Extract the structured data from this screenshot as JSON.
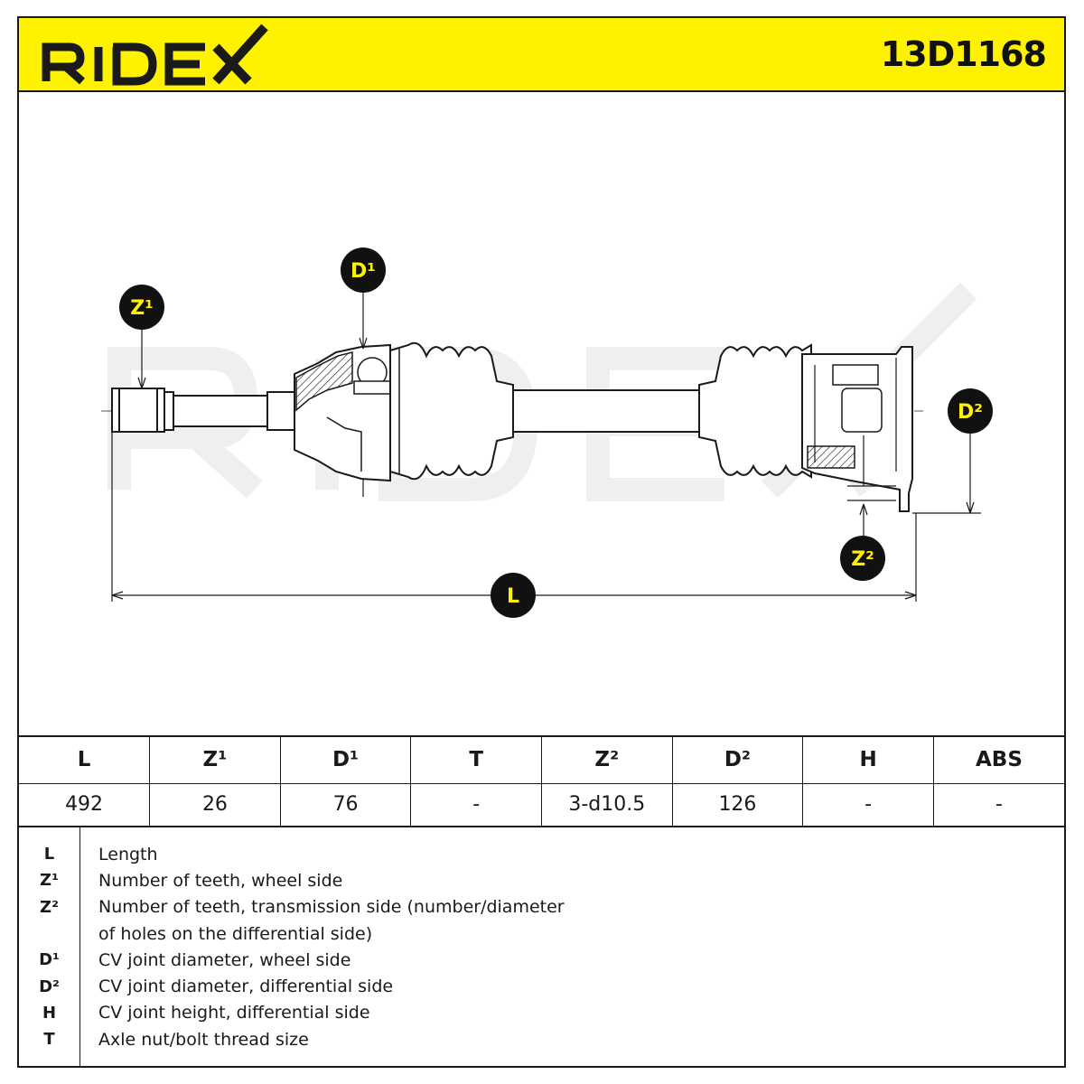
{
  "header": {
    "brand": "RIDEX",
    "part_number": "13D1168"
  },
  "colors": {
    "brand_yellow": "#fff200",
    "ink": "#1a1a1a",
    "watermark": "#efefef"
  },
  "diagram": {
    "callouts": {
      "z1": "Z¹",
      "d1": "D¹",
      "d2": "D²",
      "z2": "Z²",
      "l": "L"
    }
  },
  "specs": {
    "headers": [
      "L",
      "Z¹",
      "D¹",
      "T",
      "Z²",
      "D²",
      "H",
      "ABS"
    ],
    "values": [
      "492",
      "26",
      "76",
      "-",
      "3-d10.5",
      "126",
      "-",
      "-"
    ]
  },
  "legend": [
    {
      "symbol": "L",
      "text": "Length"
    },
    {
      "symbol": "Z¹",
      "text": "Number of teeth, wheel side"
    },
    {
      "symbol": "Z²",
      "text": "Number of teeth, transmission side (number/diameter"
    },
    {
      "symbol": "",
      "text": "of holes on the differential side)"
    },
    {
      "symbol": "D¹",
      "text": "CV joint diameter, wheel side"
    },
    {
      "symbol": "D²",
      "text": "CV joint diameter, differential side"
    },
    {
      "symbol": "H",
      "text": "CV joint height, differential side"
    },
    {
      "symbol": "T",
      "text": "Axle nut/bolt thread size"
    }
  ]
}
